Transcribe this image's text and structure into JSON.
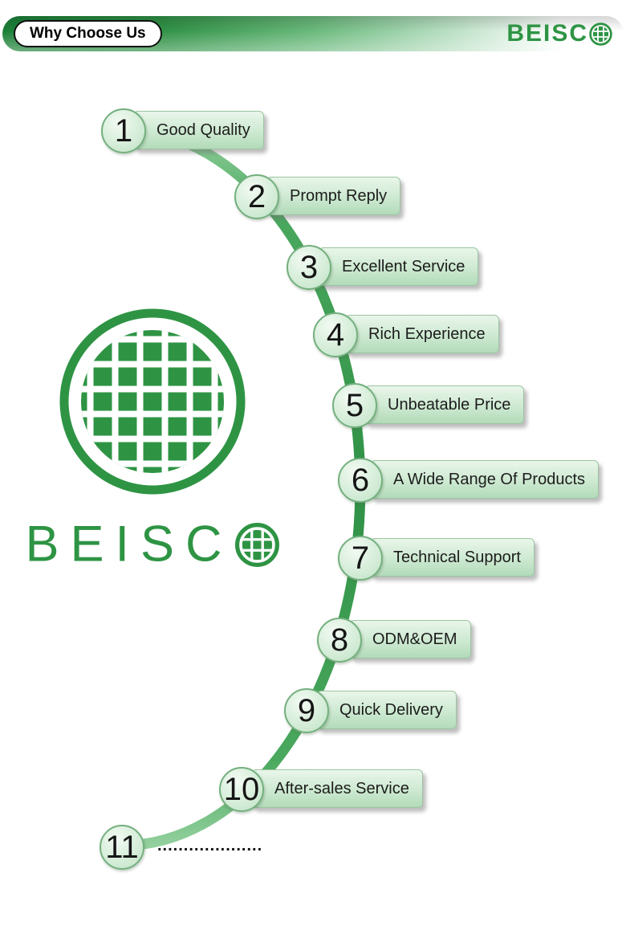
{
  "header": {
    "badge": "Why Choose Us",
    "brand": "BEISCO",
    "brand_prefix": "BEISC"
  },
  "logo": {
    "brand": "BEISCO",
    "brand_prefix": "BEISC"
  },
  "steps": [
    {
      "num": "1",
      "label": "Good Quality"
    },
    {
      "num": "2",
      "label": "Prompt Reply"
    },
    {
      "num": "3",
      "label": "Excellent Service"
    },
    {
      "num": "4",
      "label": "Rich Experience"
    },
    {
      "num": "5",
      "label": "Unbeatable Price"
    },
    {
      "num": "6",
      "label": "A Wide Range Of Products"
    },
    {
      "num": "7",
      "label": "Technical Support"
    },
    {
      "num": "8",
      "label": "ODM&OEM"
    },
    {
      "num": "9",
      "label": "Quick Delivery"
    },
    {
      "num": "10",
      "label": "After-sales Service"
    },
    {
      "num": "11",
      "label": "...................."
    }
  ],
  "colors": {
    "brand_green": "#2e9444",
    "arc_green": "#2f9145",
    "box_fill_top": "#e9f6ea",
    "box_fill_bottom": "#b2dbb9"
  }
}
